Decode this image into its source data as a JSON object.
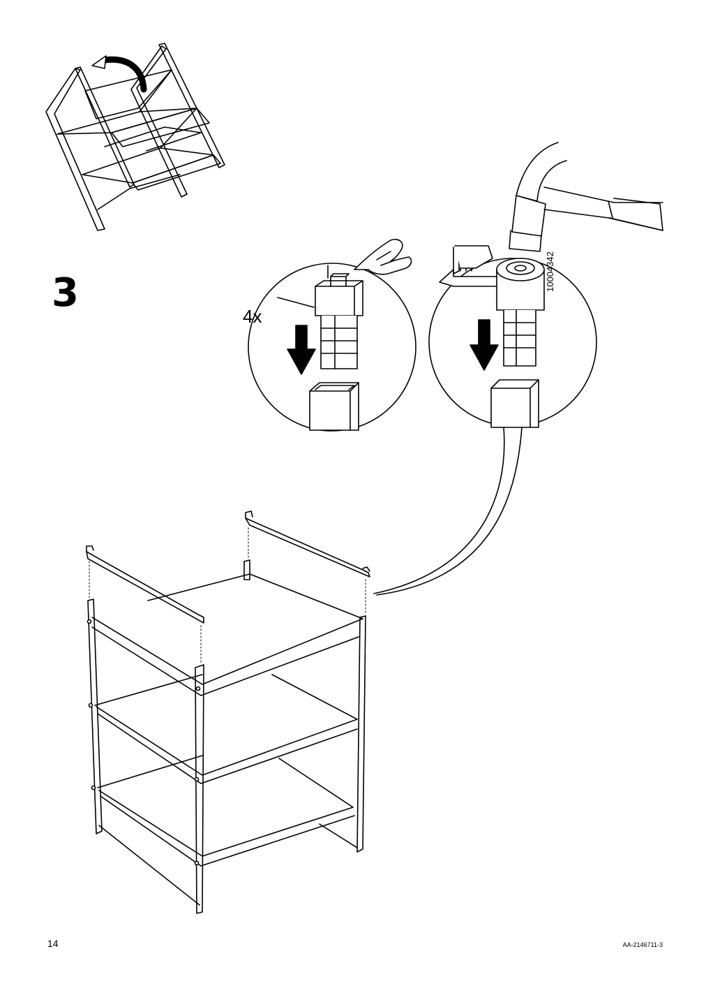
{
  "step": {
    "number": "3",
    "quantity": "4x"
  },
  "tool": {
    "code": "10004342"
  },
  "footer": {
    "page_number": "14",
    "doc_code": "AA-2146711-3"
  }
}
